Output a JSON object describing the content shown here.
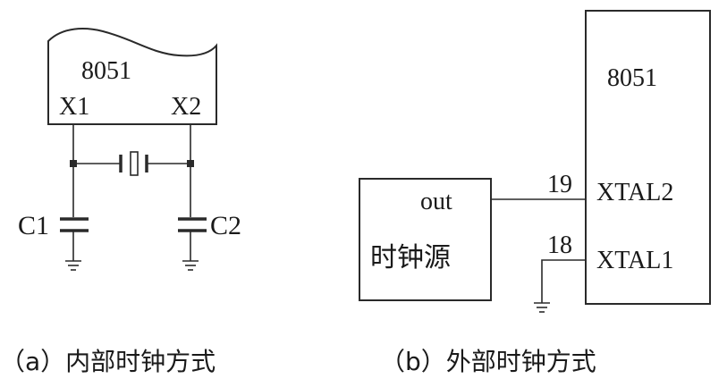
{
  "diagram_a": {
    "chip_label": "8051",
    "pin_left": "X1",
    "pin_right": "X2",
    "cap_left": "C1",
    "cap_right": "C2",
    "caption": "（a）内部时钟方式"
  },
  "diagram_b": {
    "source_out_label": "out",
    "source_label": "时钟源",
    "chip_label": "8051",
    "pin_19_number": "19",
    "pin_19_name": "XTAL2",
    "pin_18_number": "18",
    "pin_18_name": "XTAL1",
    "caption": "（b）外部时钟方式"
  }
}
